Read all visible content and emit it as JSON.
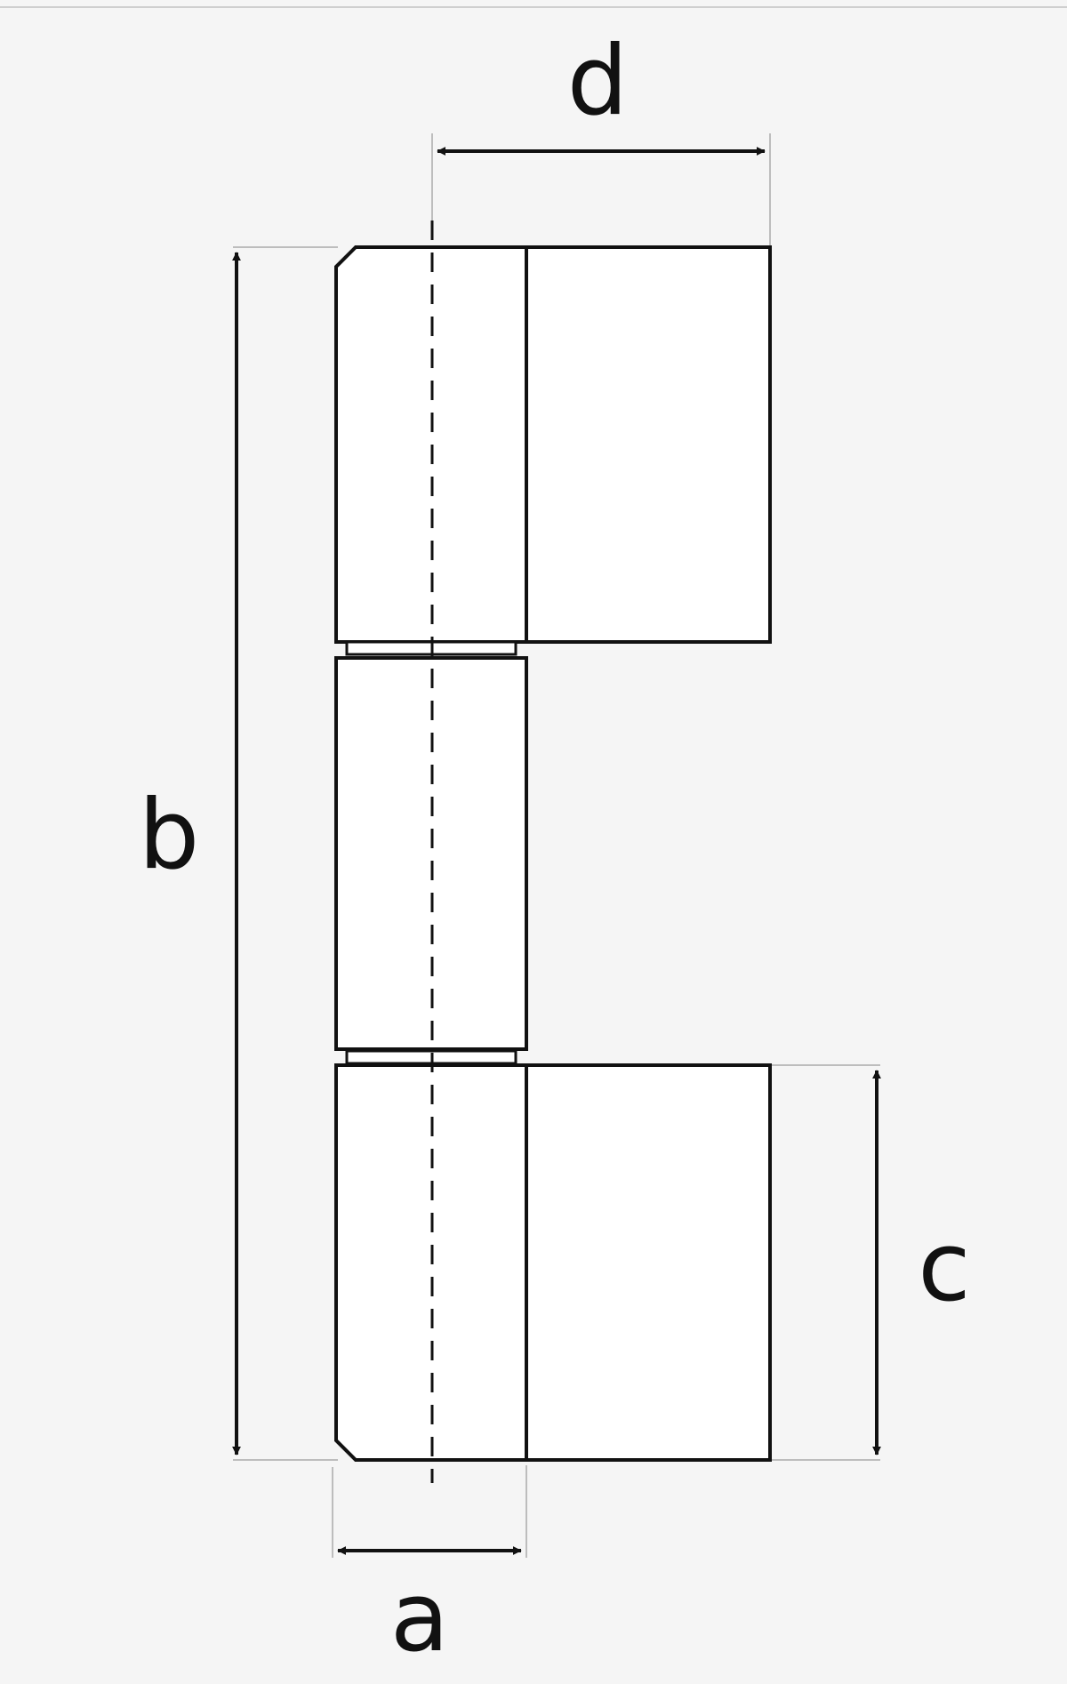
{
  "diagram": {
    "colors": {
      "background": "#f5f5f5",
      "part_fill": "#ffffff",
      "stroke": "#111111",
      "extension_line": "#bdbdbd"
    },
    "dimensions": {
      "a": "a",
      "b": "b",
      "c": "c",
      "d": "d"
    }
  }
}
